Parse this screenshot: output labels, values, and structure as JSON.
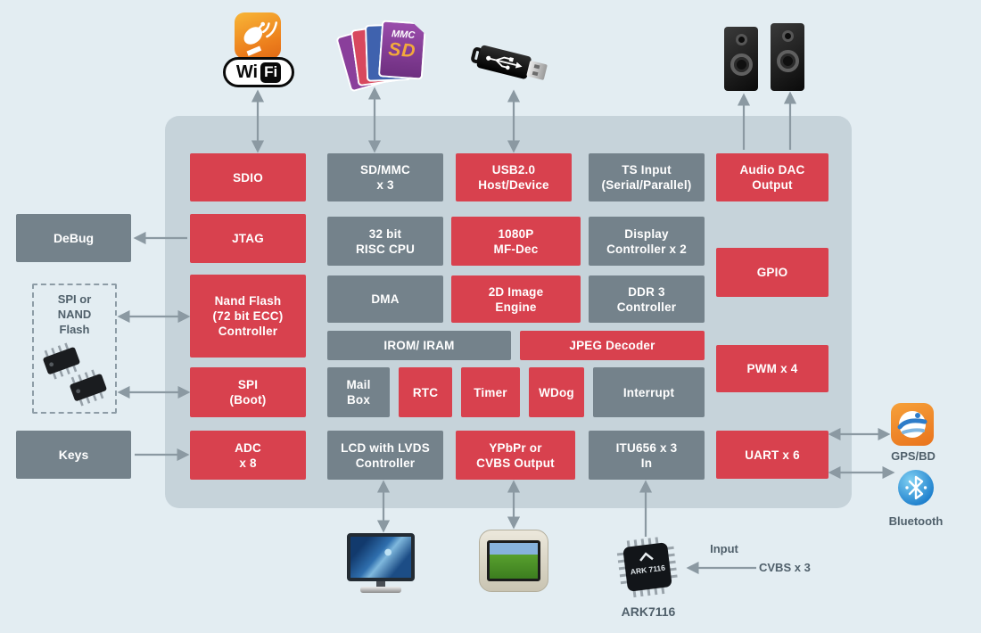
{
  "colors": {
    "background": "#e3edf2",
    "panel": "#c6d3da",
    "block_red": "#d8414e",
    "block_gray": "#74828b",
    "arrow": "#8b99a2",
    "label": "#50606b"
  },
  "top_icons": {
    "wifi": {
      "wi": "Wi",
      "fi": "Fi"
    },
    "cards": {
      "mmc": "MMC",
      "sd": "SD"
    }
  },
  "external": {
    "debug": "DeBug",
    "spi_nand_label": [
      "SPI or",
      "NAND",
      "Flash"
    ],
    "keys": "Keys",
    "gps": "GPS/BD",
    "bluetooth": "Bluetooth",
    "ark_chip_text": "ARK 7116",
    "ark_caption": "ARK7116",
    "input_label": "Input",
    "cvbs_label": "CVBS x 3"
  },
  "blocks": {
    "sdio": "SDIO",
    "sd_mmc": [
      "SD/MMC",
      "x 3"
    ],
    "usb": [
      "USB2.0",
      "Host/Device"
    ],
    "ts_input": [
      "TS Input",
      "(Serial/Parallel)"
    ],
    "audio_dac": [
      "Audio DAC",
      "Output"
    ],
    "jtag": "JTAG",
    "risc_cpu": [
      "32 bit",
      "RISC CPU"
    ],
    "mf_dec": [
      "1080P",
      "MF-Dec"
    ],
    "display_ctrl": [
      "Display",
      "Controller x 2"
    ],
    "gpio": "GPIO",
    "nand": [
      "Nand Flash",
      "(72 bit ECC)",
      "Controller"
    ],
    "dma": "DMA",
    "image_2d": [
      "2D Image",
      "Engine"
    ],
    "ddr3": [
      "DDR 3",
      "Controller"
    ],
    "irom": "IROM/ IRAM",
    "jpeg": "JPEG Decoder",
    "spi_boot": [
      "SPI",
      "(Boot)"
    ],
    "mail_box": [
      "Mail",
      "Box"
    ],
    "rtc": "RTC",
    "timer": "Timer",
    "wdog": "WDog",
    "interrupt": "Interrupt",
    "pwm": "PWM x 4",
    "adc": [
      "ADC",
      "x 8"
    ],
    "lcd_ctrl": [
      "LCD with LVDS",
      "Controller"
    ],
    "ypbpr": [
      "YPbPr or",
      "CVBS Output"
    ],
    "itu656": [
      "ITU656 x 3",
      "In"
    ],
    "uart": "UART x 6"
  }
}
